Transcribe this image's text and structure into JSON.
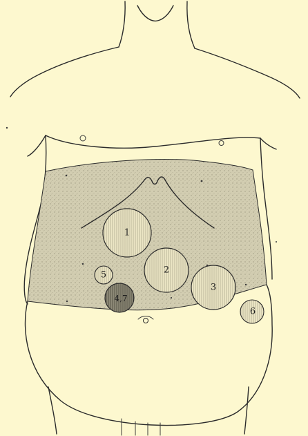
{
  "figure": {
    "colors": {
      "paper": "#fdf8cf",
      "ink": "#2b2b2b",
      "shaded_region": "#d2cdb1",
      "mass_hatched": "#ece6c5",
      "mass_dark": "#8e8a78"
    },
    "masses": [
      {
        "label": "1",
        "style": "hatched"
      },
      {
        "label": "2",
        "style": "hatched"
      },
      {
        "label": "3",
        "style": "hatched"
      },
      {
        "label": "4,7",
        "style": "dark"
      },
      {
        "label": "5",
        "style": "hatched"
      },
      {
        "label": "6",
        "style": "hatched"
      }
    ]
  }
}
